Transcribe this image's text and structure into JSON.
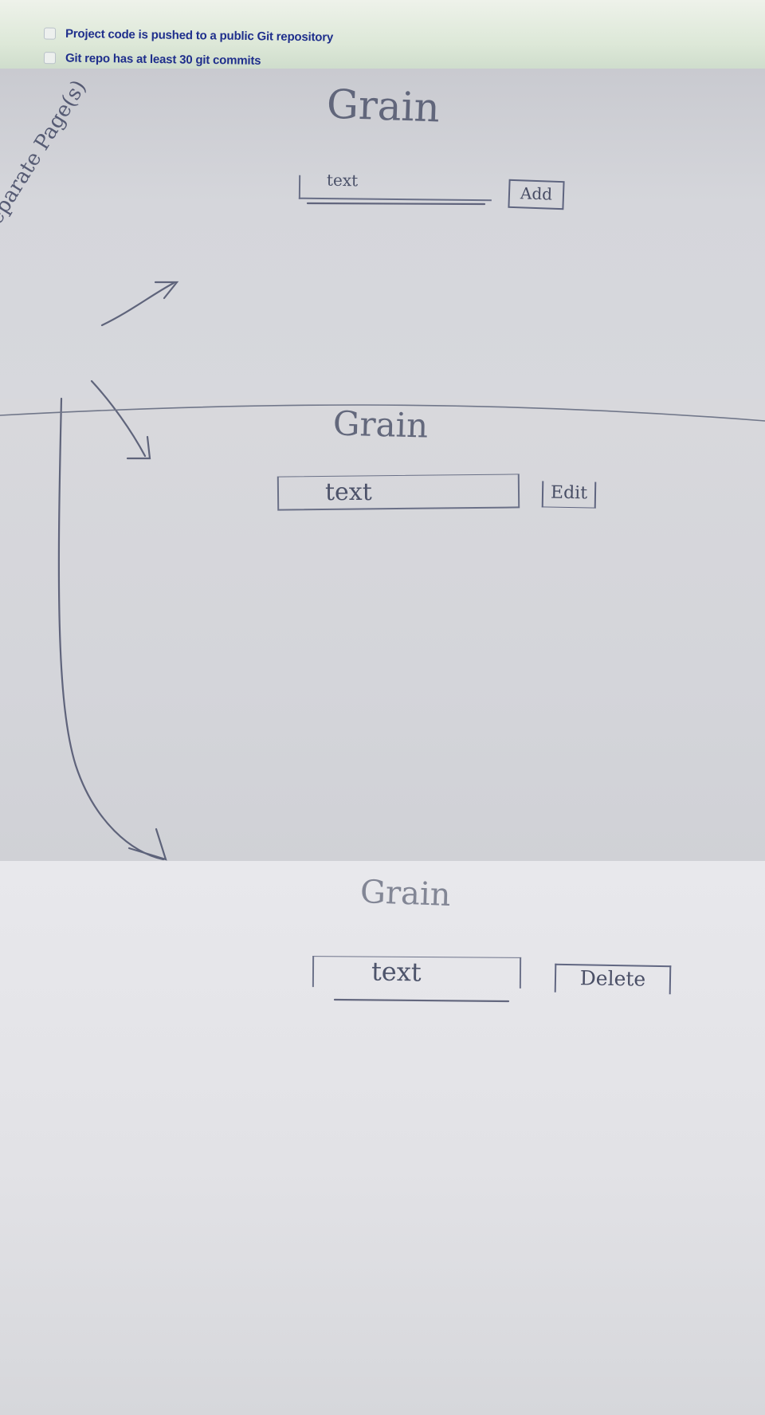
{
  "checklist": {
    "items": [
      "Project code is pushed to a public Git repository",
      "Git repo has at least 30 git commits"
    ]
  },
  "margin_note": {
    "text": "Separate Page(s)"
  },
  "sketches": [
    {
      "title": "Grain",
      "input_text": "text",
      "button_label": "Add"
    },
    {
      "title": "Grain",
      "input_text": "text",
      "button_label": "Edit"
    },
    {
      "title": "Grain",
      "input_text": "text",
      "button_label": "Delete"
    }
  ],
  "colors": {
    "checklist_text": "#1f2f8c",
    "pencil": "#4a5068",
    "paper": "#d7d8dd"
  }
}
